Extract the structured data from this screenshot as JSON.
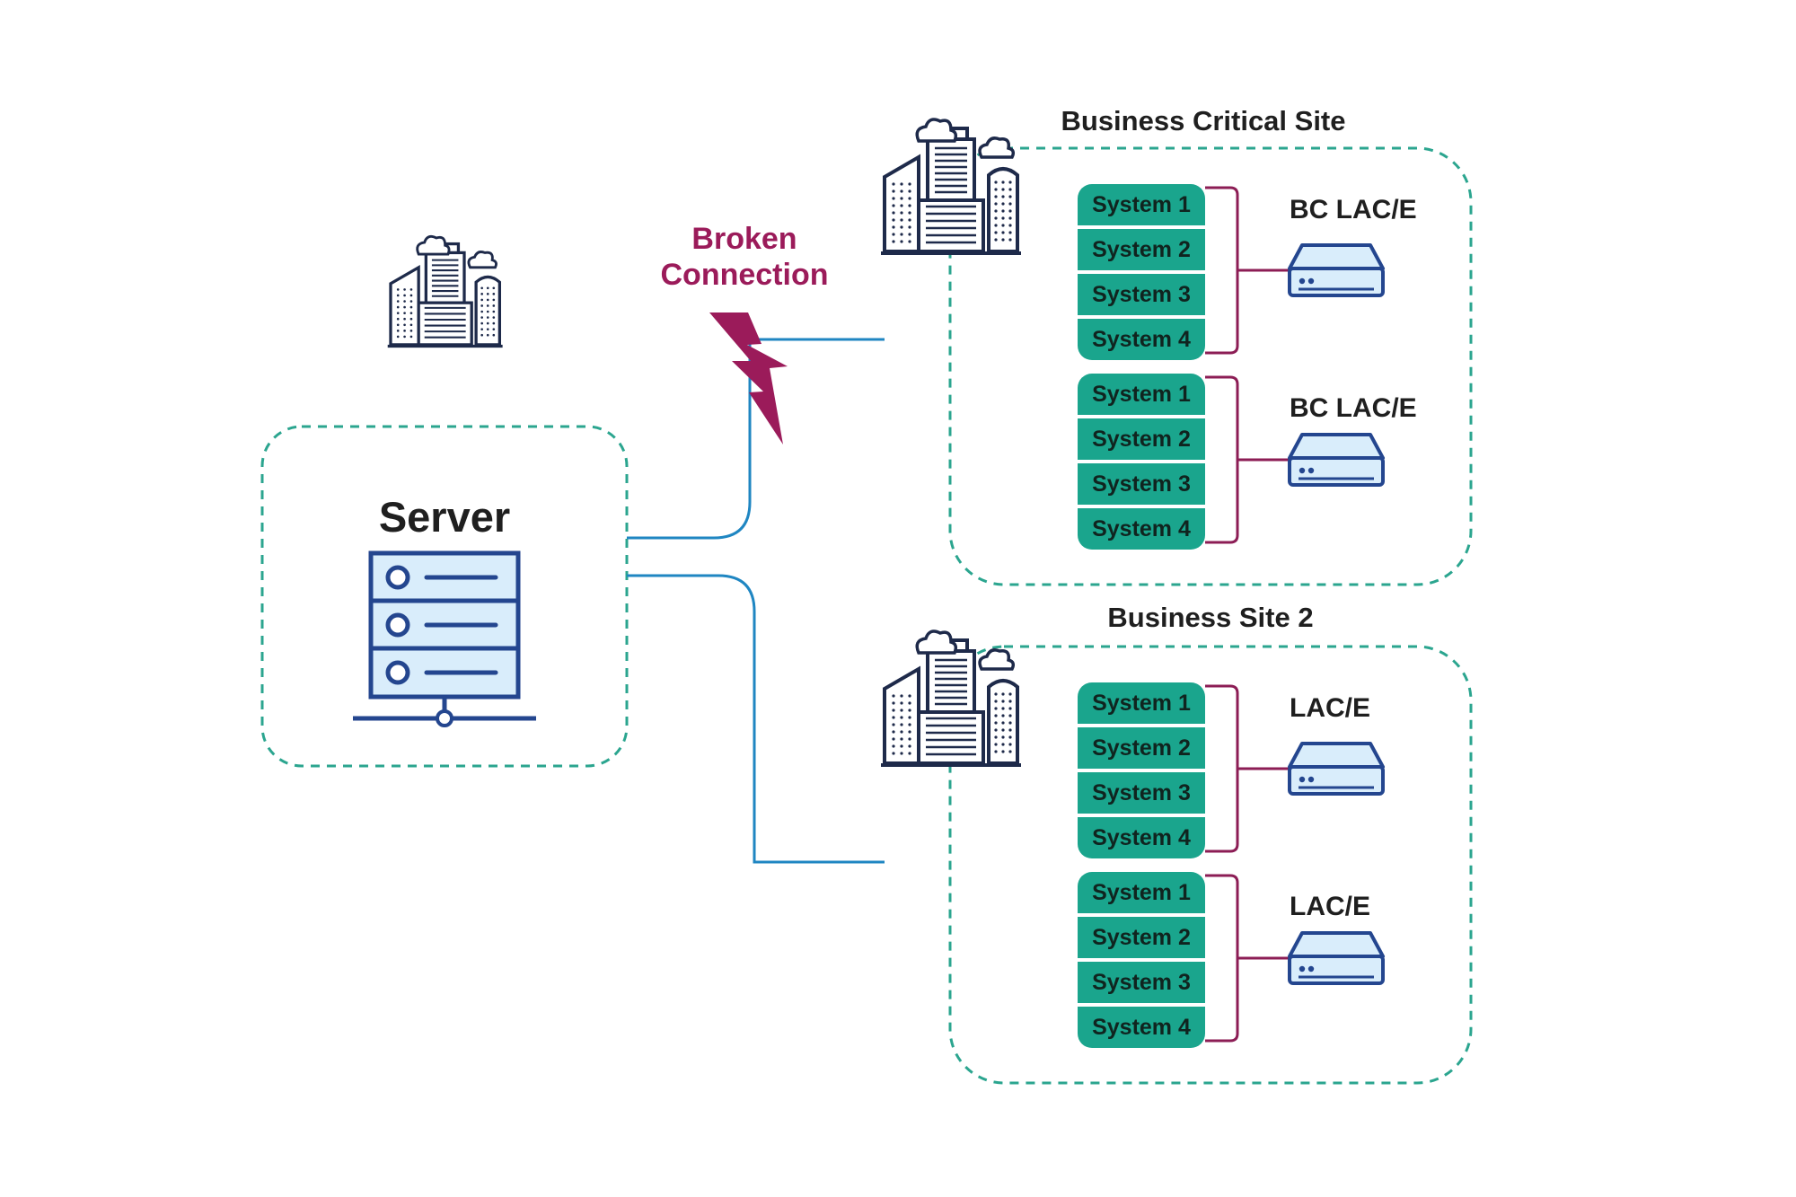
{
  "server": {
    "title": "Server"
  },
  "broken_connection": {
    "line1": "Broken",
    "line2": "Connection"
  },
  "sites": [
    {
      "title": "Business Critical Site",
      "groups": [
        {
          "device": "BC LAC/E",
          "systems": [
            "System 1",
            "System 2",
            "System 3",
            "System 4"
          ]
        },
        {
          "device": "BC LAC/E",
          "systems": [
            "System 1",
            "System 2",
            "System 3",
            "System 4"
          ]
        }
      ]
    },
    {
      "title": "Business Site 2",
      "groups": [
        {
          "device": "LAC/E",
          "systems": [
            "System 1",
            "System 2",
            "System 3",
            "System 4"
          ]
        },
        {
          "device": "LAC/E",
          "systems": [
            "System 1",
            "System 2",
            "System 3",
            "System 4"
          ]
        }
      ]
    }
  ],
  "colors": {
    "dashed_border": "#2ba58f",
    "link_line": "#1f86c2",
    "system_fill": "#1aa58d",
    "bracket": "#8c1d55",
    "broken": "#9b1b5a",
    "icon_stroke": "#1e2a4a",
    "device_fill": "#d9edfb",
    "device_stroke": "#24468f"
  },
  "icons": [
    "city-buildings-icon",
    "server-rack-icon",
    "lightning-bolt-icon",
    "network-device-icon"
  ]
}
